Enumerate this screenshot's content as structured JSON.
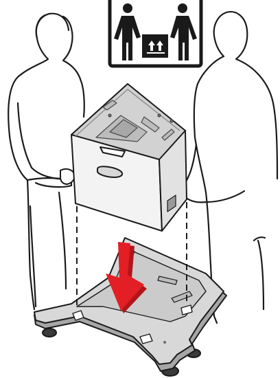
{
  "diagram": {
    "pictogram": {
      "meaning": "two-person-lift",
      "symbol": "two-person-lift-icon",
      "box_symbol": "up-arrows-icon"
    },
    "colors": {
      "outline": "#1a1a1a",
      "figure_fill": "#ffffff",
      "tray_body": "#f3f3f3",
      "tray_top": "#d2d2d2",
      "tray_shadow": "#b8b8b8",
      "base_fill": "#d8d8d8",
      "base_edge": "#a6a6a6",
      "arrow": "#e31e24",
      "arrow_dark": "#b0151a"
    },
    "direction": "down",
    "alignment_guides": 3
  }
}
